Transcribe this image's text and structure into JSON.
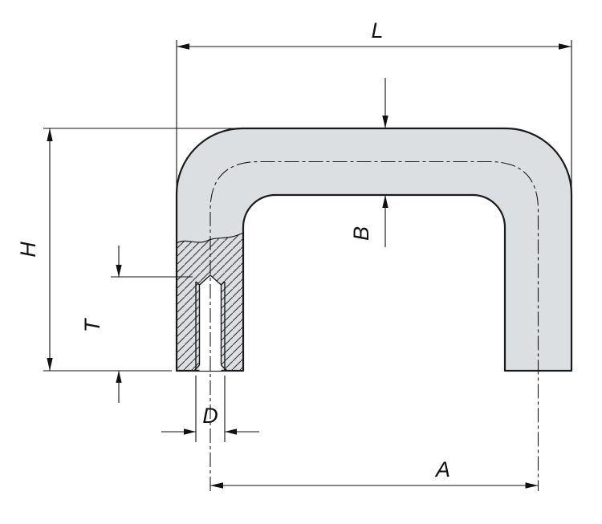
{
  "drawing": {
    "type": "technical-dimension-drawing",
    "subject": "U-shaped pull handle, side view with sectioned left leg and blind tapped hole",
    "labels": {
      "overall_length": "L",
      "overall_height": "H",
      "profile_thickness": "B",
      "thread_depth": "T",
      "thread_diameter": "D",
      "hole_spacing": "A"
    },
    "colors": {
      "handle_fill": "#dcdfe2",
      "line": "#1a1a1a",
      "background": "#ffffff"
    }
  }
}
